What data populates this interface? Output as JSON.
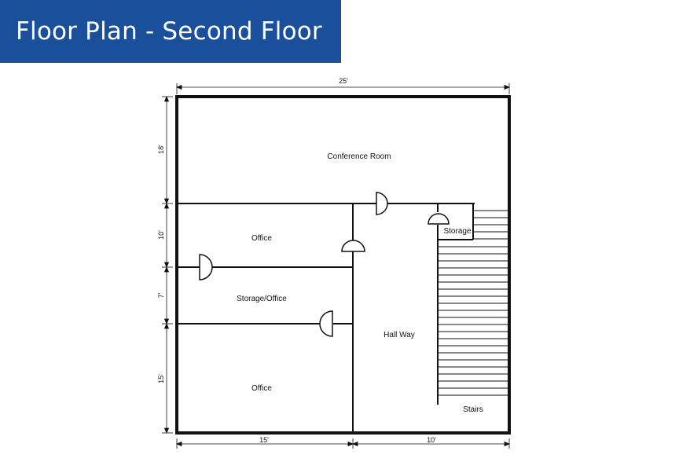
{
  "header": {
    "title": "Floor Plan - Second Floor",
    "background_color": "#1a4f9c"
  },
  "plan": {
    "rooms": {
      "conference_room": "Conference Room",
      "office_upper": "Office",
      "storage_office": "Storage/Office",
      "office_lower": "Office",
      "hall_way": "Hall Way",
      "storage": "Storage",
      "stairs": "Stairs"
    },
    "dimensions": {
      "top_width": "25'",
      "bottom_left": "15'",
      "bottom_right": "10'",
      "left_18": "18'",
      "left_10": "10'",
      "left_7": "7'",
      "left_15": "15'"
    }
  }
}
